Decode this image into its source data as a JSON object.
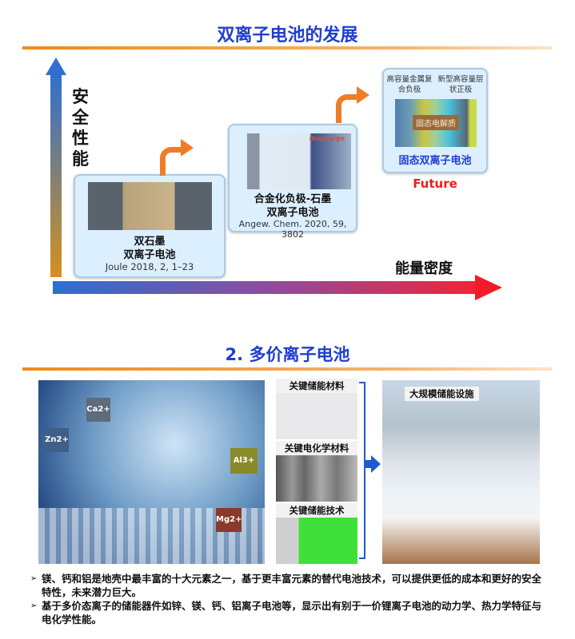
{
  "section1": {
    "title": "双离子电池的发展",
    "y_axis_label": "安全性能",
    "x_axis_label": "能量密度",
    "stages": [
      {
        "name_line1": "双石墨",
        "name_line2": "双离子电池",
        "reference": "Joule 2018, 2, 1–23"
      },
      {
        "name_line1": "合金化负极-石墨",
        "name_line2": "双离子电池",
        "reference": "Angew. Chem. 2020, 59, 3802",
        "diagram_label": "discharge"
      },
      {
        "left_label": "高容量金属复合负极",
        "right_label": "新型高容量层状正极",
        "center_label": "固态电解质",
        "name": "固态双离子电池",
        "tag": "Future"
      }
    ]
  },
  "section2": {
    "title": "2. 多价离子电池",
    "ions": [
      "Ca2+",
      "Zn2+",
      "Al3+",
      "Mg2+"
    ],
    "middle_labels": [
      "关键储能材料",
      "关键电化学材料",
      "关键储能技术"
    ],
    "right_label": "大规模储能设施",
    "bullets": [
      "镁、钙和铝是地壳中最丰富的十大元素之一，基于更丰富元素的替代电池技术，可以提供更低的成本和更好的安全特性，未来潜力巨大。",
      "基于多价态离子的储能器件如锌、镁、钙、铝离子电池等，显示出有别于一价锂离子电池的动力学、热力学特征与电化学性能。"
    ]
  }
}
